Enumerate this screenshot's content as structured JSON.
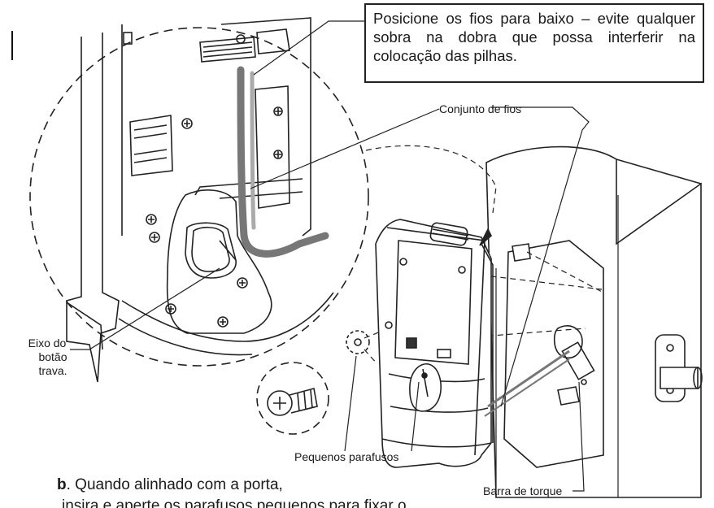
{
  "callout": {
    "text": "Posicione os fios para baixo – evite qualquer sobra na dobra que possa interferir na colocação das pilhas."
  },
  "labels": {
    "wire_harness": "Conjunto de fios",
    "lock_shaft_line1": "Eixo do",
    "lock_shaft_line2": "botão",
    "lock_shaft_line3": "trava.",
    "small_screws": "Pequenos parafusos",
    "torque_bar": "Barra de torque"
  },
  "instruction": {
    "step_letter": "b",
    "step_text": ". Quando alinhado com a porta,",
    "continuation": "insira e aperte os  parafusos pequenos para fixar o"
  },
  "colors": {
    "line": "#222222",
    "wire": "#777777",
    "door_fill": "#ffffff"
  }
}
